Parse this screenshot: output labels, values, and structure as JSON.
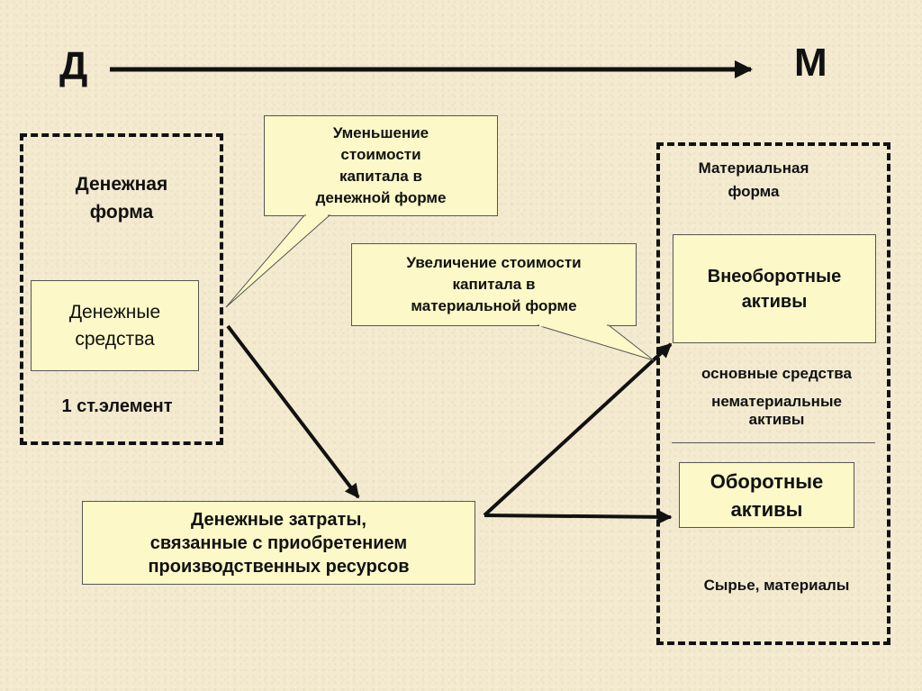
{
  "header": {
    "left_letter": "Д",
    "right_letter": "М"
  },
  "left_frame": {
    "title": "Денежная\nформа",
    "cash_box": "Денежные\nсредства",
    "element_label": "1 ст.элемент"
  },
  "callouts": {
    "decrease": "Уменьшение\nстоимости\nкапитала в\nденежной форме",
    "increase": "Увеличение стоимости\nкапитала в\nматериальной форме"
  },
  "expenses_box": "Денежные затраты,\nсвязанные с приобретением\nпроизводственных ресурсов",
  "right_frame": {
    "title": "Материальная\nформа",
    "noncurrent_box": "Внеоборотные\nактивы",
    "fixed_assets": "основные средства",
    "intangible_assets": "нематериальные\nактивы",
    "current_box": "Оборотные\nактивы",
    "raw_materials": "Сырье, материалы"
  }
}
